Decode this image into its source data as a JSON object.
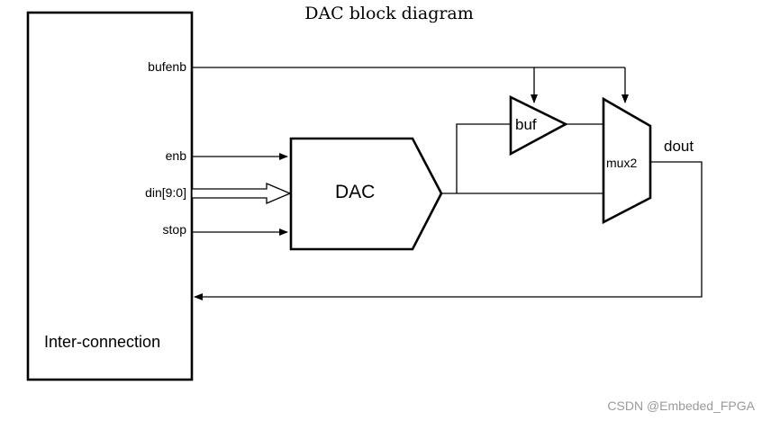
{
  "diagram": {
    "title": "DAC block diagram",
    "interconnect_label": "Inter-connection",
    "ports": {
      "bufenb": "bufenb",
      "enb": "enb",
      "din": "din[9:0]",
      "stop": "stop"
    },
    "blocks": {
      "dac": "DAC",
      "buf": "buf",
      "mux": "mux2"
    },
    "output_label": "dout",
    "watermark": "CSDN @Embeded_FPGA"
  }
}
